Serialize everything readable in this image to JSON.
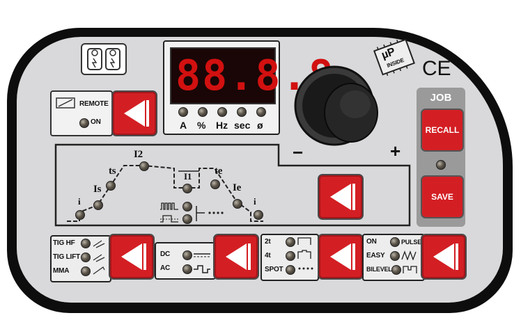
{
  "remote": {
    "label": "REMOTE",
    "on_label": "ON"
  },
  "display": {
    "value": "88.8.8",
    "units": [
      "A",
      "%",
      "Hz",
      "sec",
      "ø"
    ]
  },
  "job": {
    "title": "JOB",
    "recall": "RECALL",
    "save": "SAVE"
  },
  "logo": {
    "text": "µP",
    "sub": "INSIDE"
  },
  "ce_mark": "CE",
  "knob": {
    "minus": "−",
    "plus": "+"
  },
  "graph": {
    "labels": {
      "is": "Is",
      "ts": "ts",
      "i2": "I2",
      "i1": "I1",
      "te": "te",
      "ie": "Ie",
      "i_start": "i",
      "i_end": "i"
    }
  },
  "process_modes": [
    "TIG HF",
    "TIG LIFT",
    "MMA"
  ],
  "current_types": [
    "DC",
    "AC"
  ],
  "trigger_modes": [
    "2t",
    "4t",
    "SPOT"
  ],
  "pulse_modes": [
    "ON",
    "EASY",
    "BILEVEL"
  ],
  "pulse_labels": {
    "on": "PULSE"
  },
  "colors": {
    "button": "#d31f24",
    "panel": "#0d0d0d",
    "face": "#d9d9db",
    "display_led": "#d21010"
  }
}
